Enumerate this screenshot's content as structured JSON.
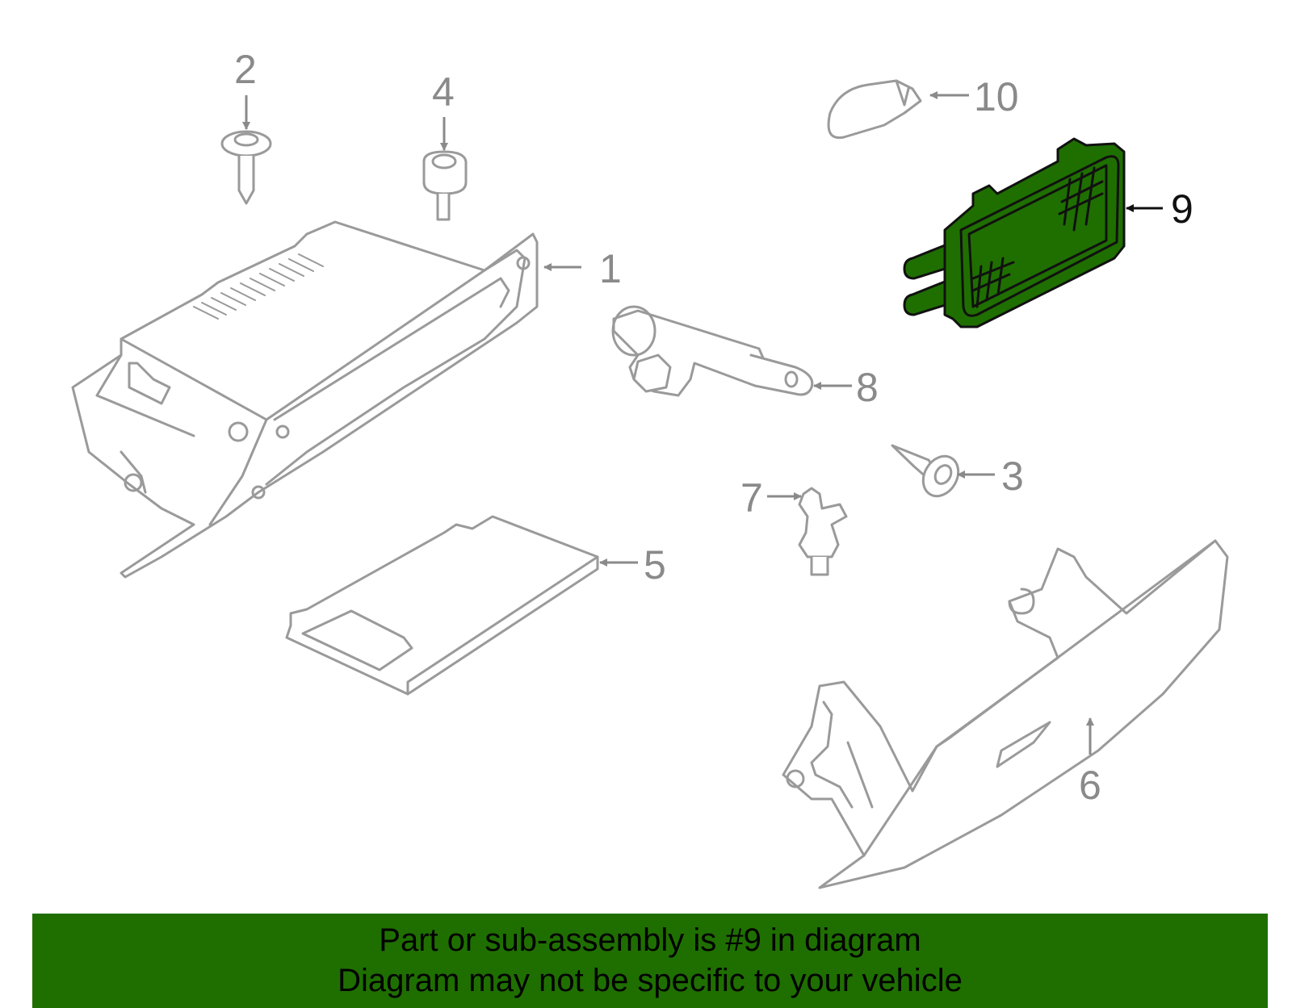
{
  "diagram": {
    "highlight_color": "#1f6f00",
    "highlighted_part": "9",
    "callouts": {
      "c1": "1",
      "c2": "2",
      "c3": "3",
      "c4": "4",
      "c5": "5",
      "c6": "6",
      "c7": "7",
      "c8": "8",
      "c9": "9",
      "c10": "10"
    }
  },
  "banner": {
    "line1": "Part or sub-assembly is #9 in diagram",
    "line2": "Diagram may not be specific to your vehicle"
  }
}
